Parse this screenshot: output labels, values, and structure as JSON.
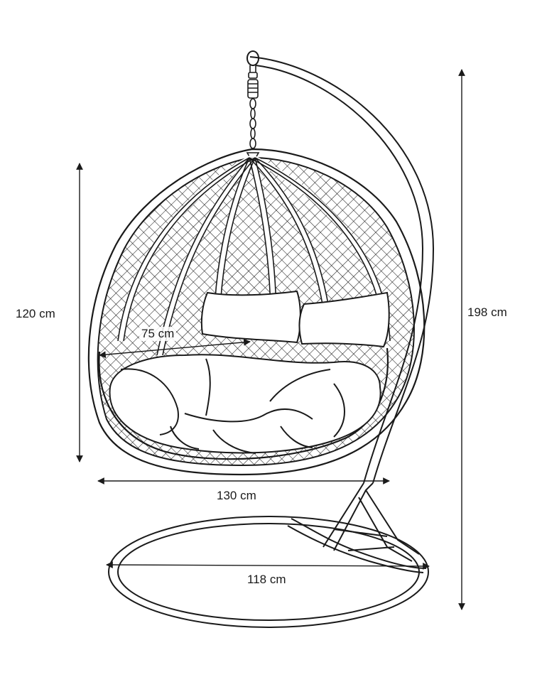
{
  "colors": {
    "stroke": "#1a1a1a",
    "background": "#ffffff",
    "label": "#1a1a1a"
  },
  "dimensions": {
    "egg_height": "120 cm",
    "total_height": "198 cm",
    "seat_width": "75 cm",
    "egg_width": "130 cm",
    "base_diameter": "118 cm"
  }
}
